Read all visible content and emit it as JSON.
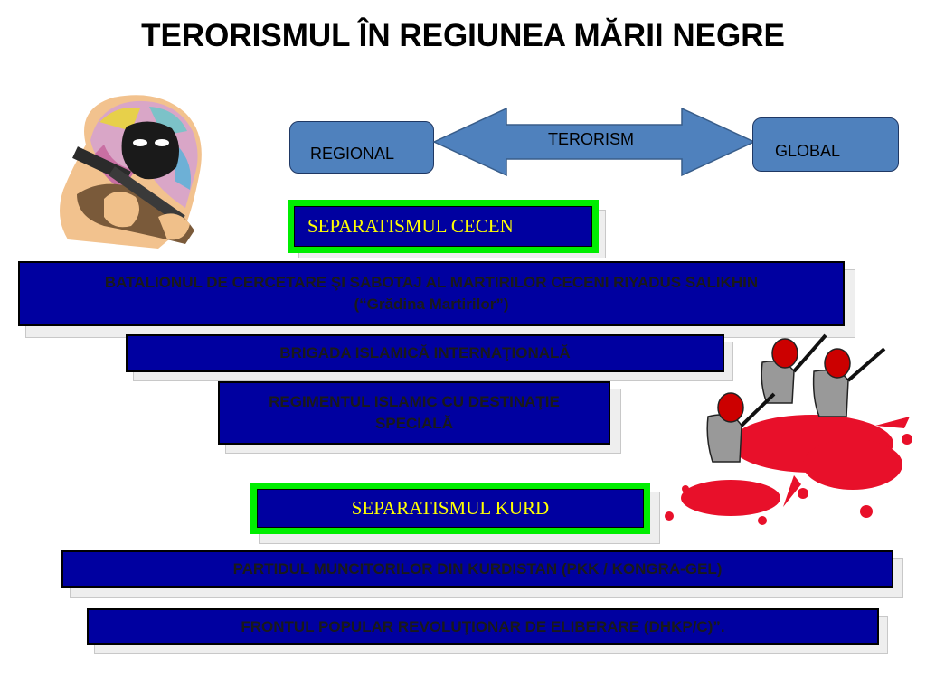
{
  "title": "TERORISMUL ÎN REGIUNEA MĂRII NEGRE",
  "scope": {
    "regional": "REGIONAL",
    "arrow_label": "TERORISM",
    "global": "GLOBAL"
  },
  "sections": [
    {
      "heading": "SEPARATISMUL CECEN",
      "items": [
        {
          "line1": "BATALIONUL DE CERCETARE ŞI SABOTAJ AL MARTIRILOR CECENI RIYADUS SALIKHIN",
          "line2": "(“Grădina Martirilor”)"
        },
        {
          "line1": "BRIGADA ISLAMICĂ INTERNAŢIONALĂ"
        },
        {
          "line1": "REGIMENTUL ISLAMIC CU DESTINAŢIE",
          "line2": "SPECIALĂ"
        }
      ]
    },
    {
      "heading": "SEPARATISMUL KURD",
      "items": [
        {
          "line1": "PARTIDUL MUNCITORILOR DIN KURDISTAN (PKK / KONGRA-GEL)"
        },
        {
          "line1": "FRONTUL POPULAR REVOLUŢIONAR DE ELIBERARE (DHKP/C)”."
        }
      ]
    }
  ],
  "icons": [
    "masked-fighter-icon",
    "armed-group-icon",
    "blood-splatter-icon"
  ],
  "colors": {
    "box_blue": "#0000a0",
    "heading_text": "#ffff00",
    "frame_green": "#00ee00",
    "scope_blue": "#4f81bd",
    "blood_red": "#e8102a"
  }
}
